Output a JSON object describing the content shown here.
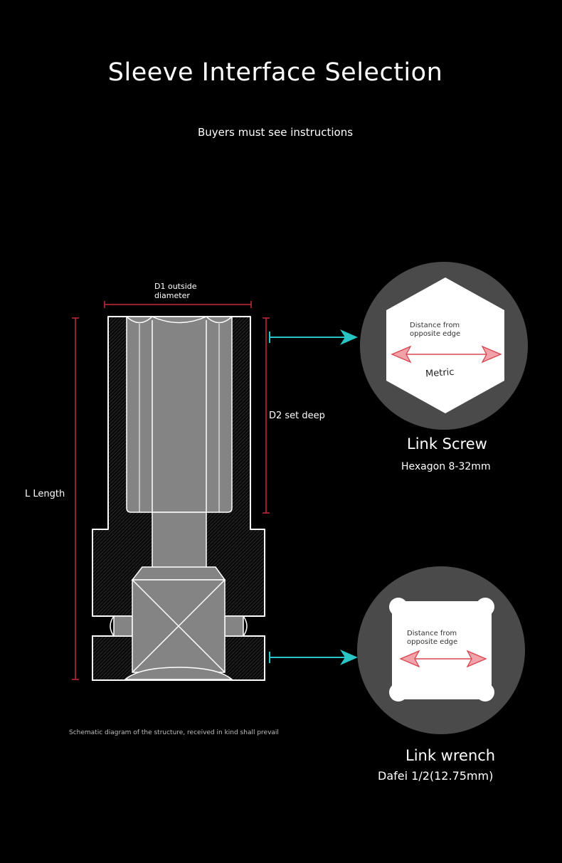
{
  "page": {
    "title": "Sleeve Interface Selection",
    "subtitle": "Buyers must see instructions"
  },
  "socket": {
    "d1_label_line1": "D1 outside",
    "d1_label_line2": "diameter",
    "d2_label": "D2 set deep",
    "length_label": "L Length",
    "caption": "Schematic diagram of the structure, received in kind shall prevail"
  },
  "link_screw": {
    "inner_line1": "Distance from",
    "inner_line2": "opposite edge",
    "inner_label": "Metric",
    "title": "Link Screw",
    "spec": "Hexagon 8-32mm"
  },
  "link_wrench": {
    "inner_line1": "Distance from",
    "inner_line2": "opposite edge",
    "title": "Link wrench",
    "spec": "Dafei 1/2(12.75mm)"
  },
  "colors": {
    "background": "#000000",
    "body": "#848484",
    "circle": "#4a4a4a",
    "dimension": "#c8283c",
    "pointer": "#29c4c4",
    "arrow_fill": "#f2a2a9",
    "arrow_stroke": "#d8454f"
  }
}
